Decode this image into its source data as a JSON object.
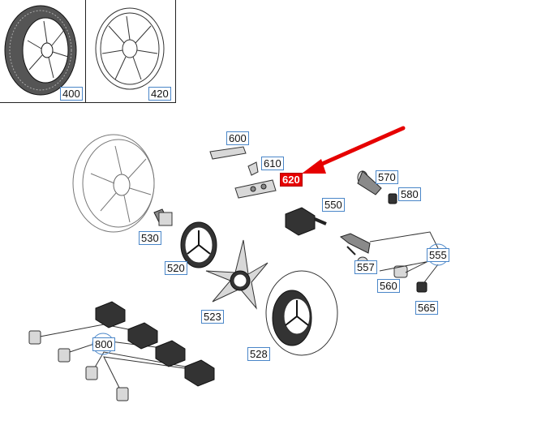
{
  "labels": [
    {
      "id": "400",
      "text": "400"
    },
    {
      "id": "420",
      "text": "420"
    },
    {
      "id": "600",
      "text": "600"
    },
    {
      "id": "610",
      "text": "610"
    },
    {
      "id": "620",
      "text": "620"
    },
    {
      "id": "570",
      "text": "570"
    },
    {
      "id": "580",
      "text": "580"
    },
    {
      "id": "550",
      "text": "550"
    },
    {
      "id": "530",
      "text": "530"
    },
    {
      "id": "520",
      "text": "520"
    },
    {
      "id": "555",
      "text": "555"
    },
    {
      "id": "557",
      "text": "557"
    },
    {
      "id": "560",
      "text": "560"
    },
    {
      "id": "565",
      "text": "565"
    },
    {
      "id": "523",
      "text": "523"
    },
    {
      "id": "528",
      "text": "528"
    },
    {
      "id": "800",
      "text": "800"
    }
  ],
  "highlight": {
    "label": "620",
    "color": "#e60000",
    "arrow_color": "#e60000"
  }
}
